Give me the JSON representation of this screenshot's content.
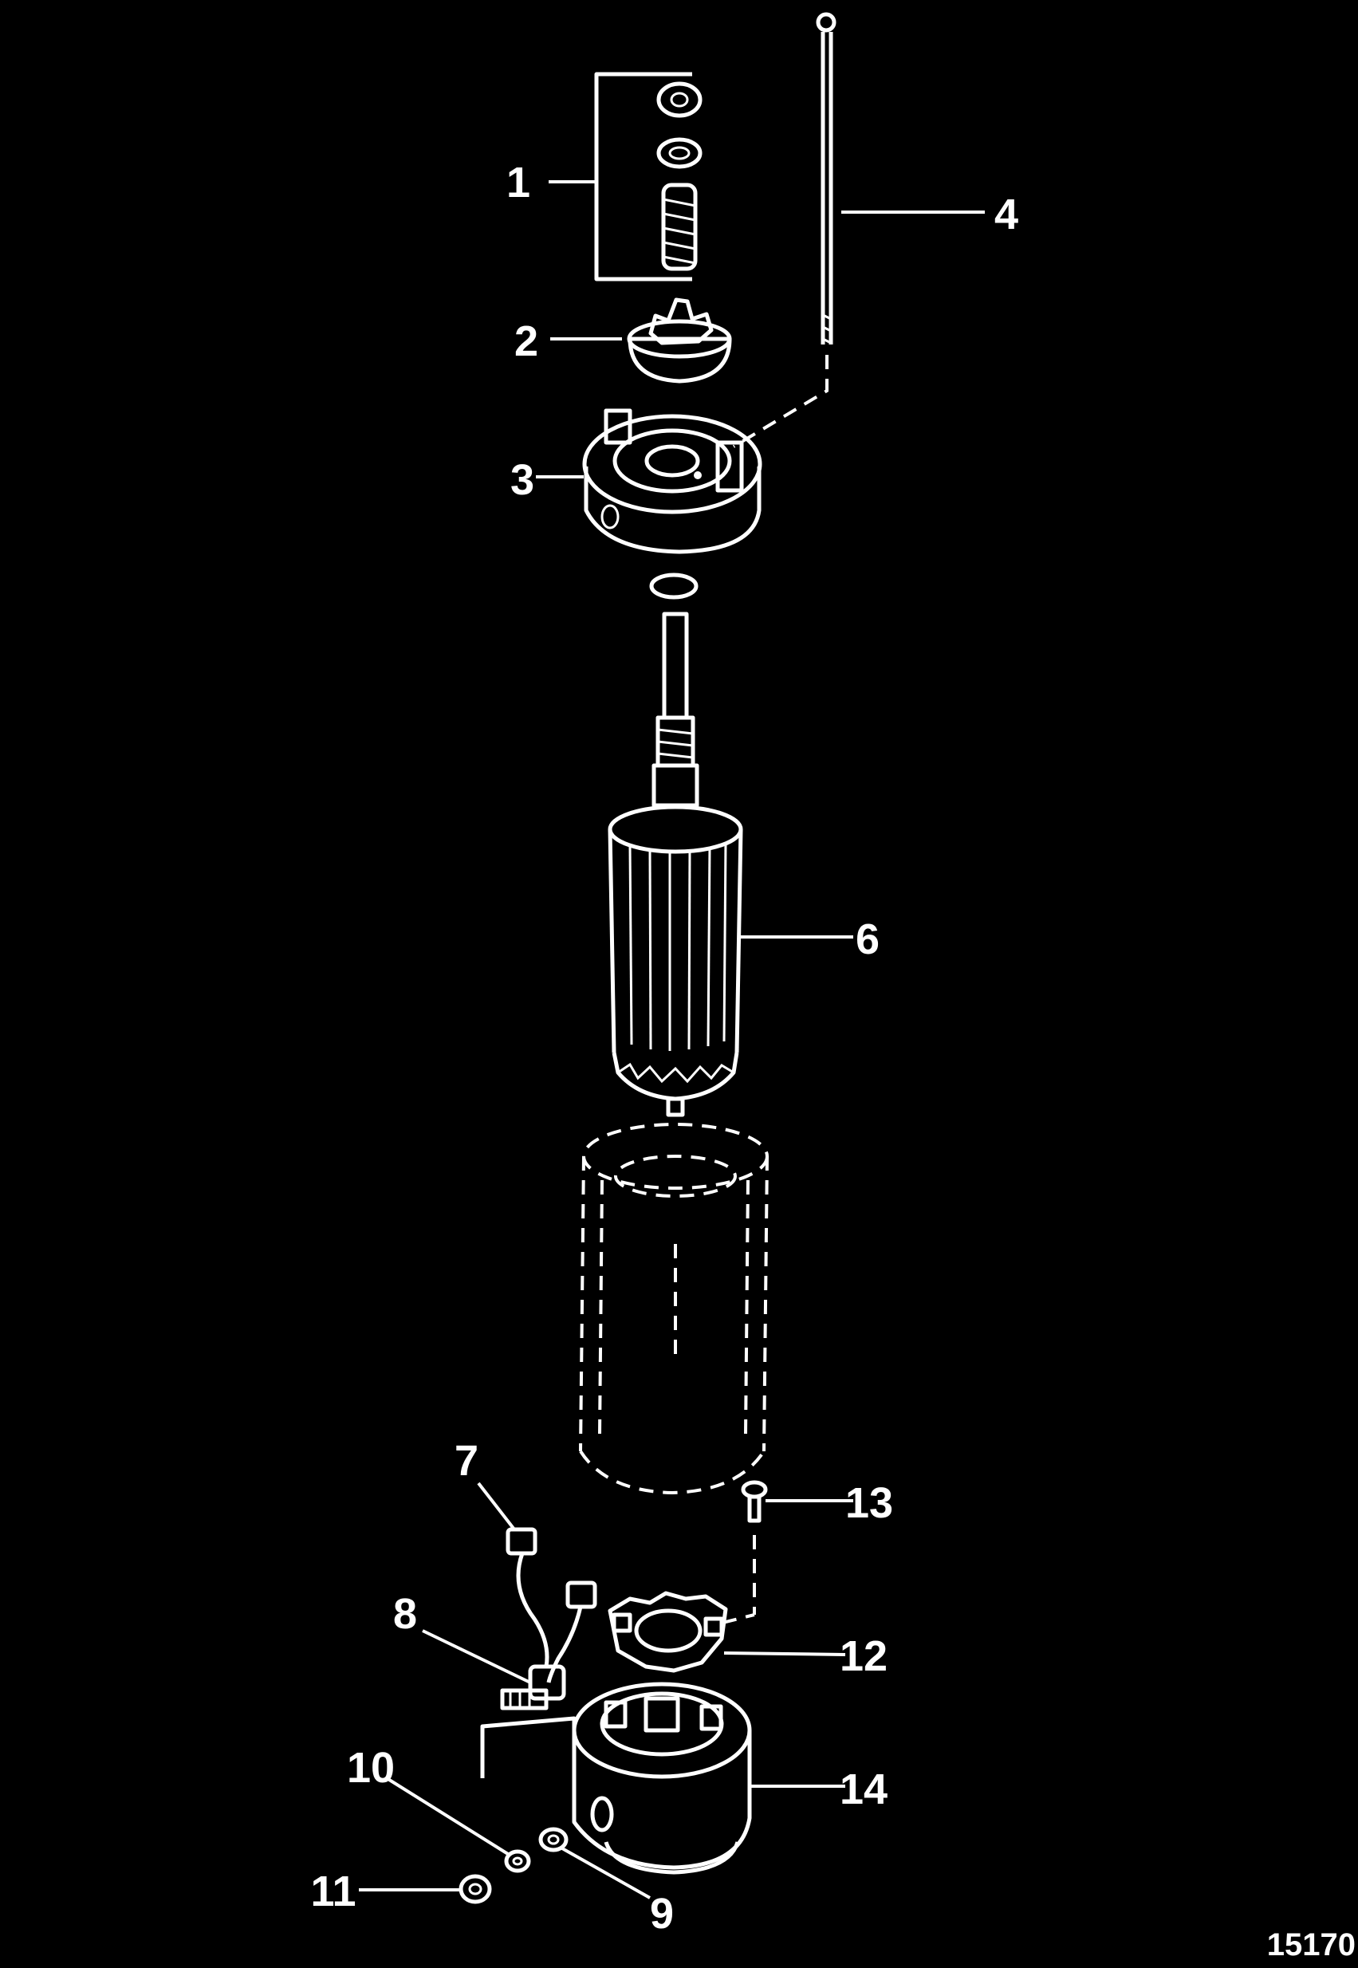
{
  "background_color": "#000000",
  "line_color": "#ffffff",
  "callouts": {
    "c1": "1",
    "c2": "2",
    "c3": "3",
    "c4": "4",
    "c6": "6",
    "c7": "7",
    "c8": "8",
    "c9": "9",
    "c10": "10",
    "c11": "11",
    "c12": "12",
    "c13": "13",
    "c14": "14"
  },
  "figure_id": "15170"
}
